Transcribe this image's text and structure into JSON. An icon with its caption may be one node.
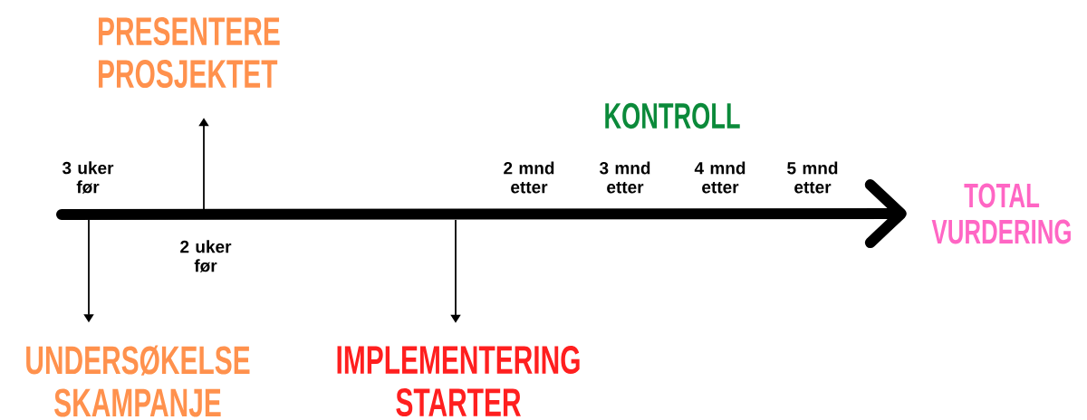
{
  "diagram": {
    "nodes": [
      {
        "text": [
          "PRESENTERE PROSJEKTET"
        ]
      },
      {
        "text": [
          "TOTAL VURDERING"
        ]
      },
      {
        "text": [
          "UNDERSØKELSE SKAMPANJE"
        ]
      },
      {
        "text": [
          "IMPLEMENTERING STARTER"
        ]
      }
    ],
    "edges": [
      {
        "from": null,
        "to": 1,
        "arrow": "to",
        "style": "thick"
      },
      {
        "from": null,
        "to": 0,
        "arrow": "to"
      },
      {
        "from": null,
        "to": 2,
        "arrow": "to"
      },
      {
        "from": null,
        "to": 3,
        "arrow": "to"
      }
    ],
    "labels": [
      "KONTROLL",
      "3 uker før",
      "2 mnd etter",
      "3 mnd etter",
      "4 mnd etter",
      "5 mnd etter",
      "2 uker før"
    ]
  }
}
